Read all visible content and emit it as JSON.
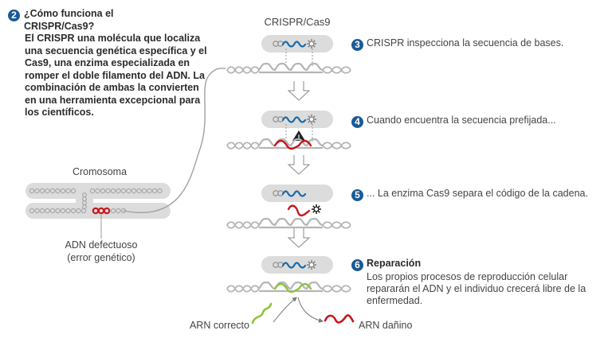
{
  "intro": {
    "number": "2",
    "question": "¿Cómo funciona el CRISPR/Cas9?",
    "body": "El CRISPR una molécula que localiza una secuencia genética específica y el Cas9, una enzima especializada en romper el doble filamento del ADN. La combinación de ambas la convierten en una herramienta excepcional para los científicos."
  },
  "chromosome": {
    "title": "Cromosoma",
    "defect_label_line1": "ADN defectuoso",
    "defect_label_line2": "(error genético)"
  },
  "crispr_label": "CRISPR/Cas9",
  "steps": [
    {
      "number": "3",
      "text": "CRISPR inspecciona la secuencia de bases."
    },
    {
      "number": "4",
      "text": "Cuando encuentra la secuencia prefijada..."
    },
    {
      "number": "5",
      "text": "... La enzima Cas9 separa el código de la cadena."
    },
    {
      "number": "6",
      "title": "Reparación",
      "text": "Los propios procesos de reproducción celular repararán el ADN y el individuo crecerá libre de la enfermedad."
    }
  ],
  "rna": {
    "correct": "ARN correcto",
    "harmful": "ARN dañino"
  },
  "colors": {
    "guide_blue": "#1a6aa8",
    "badge_blue": "#1a5a96",
    "defect_red": "#c8151b",
    "correct_green": "#8cc43c",
    "strand_gray": "#b5b5b5",
    "capsule_gray": "#dcdcdc"
  }
}
